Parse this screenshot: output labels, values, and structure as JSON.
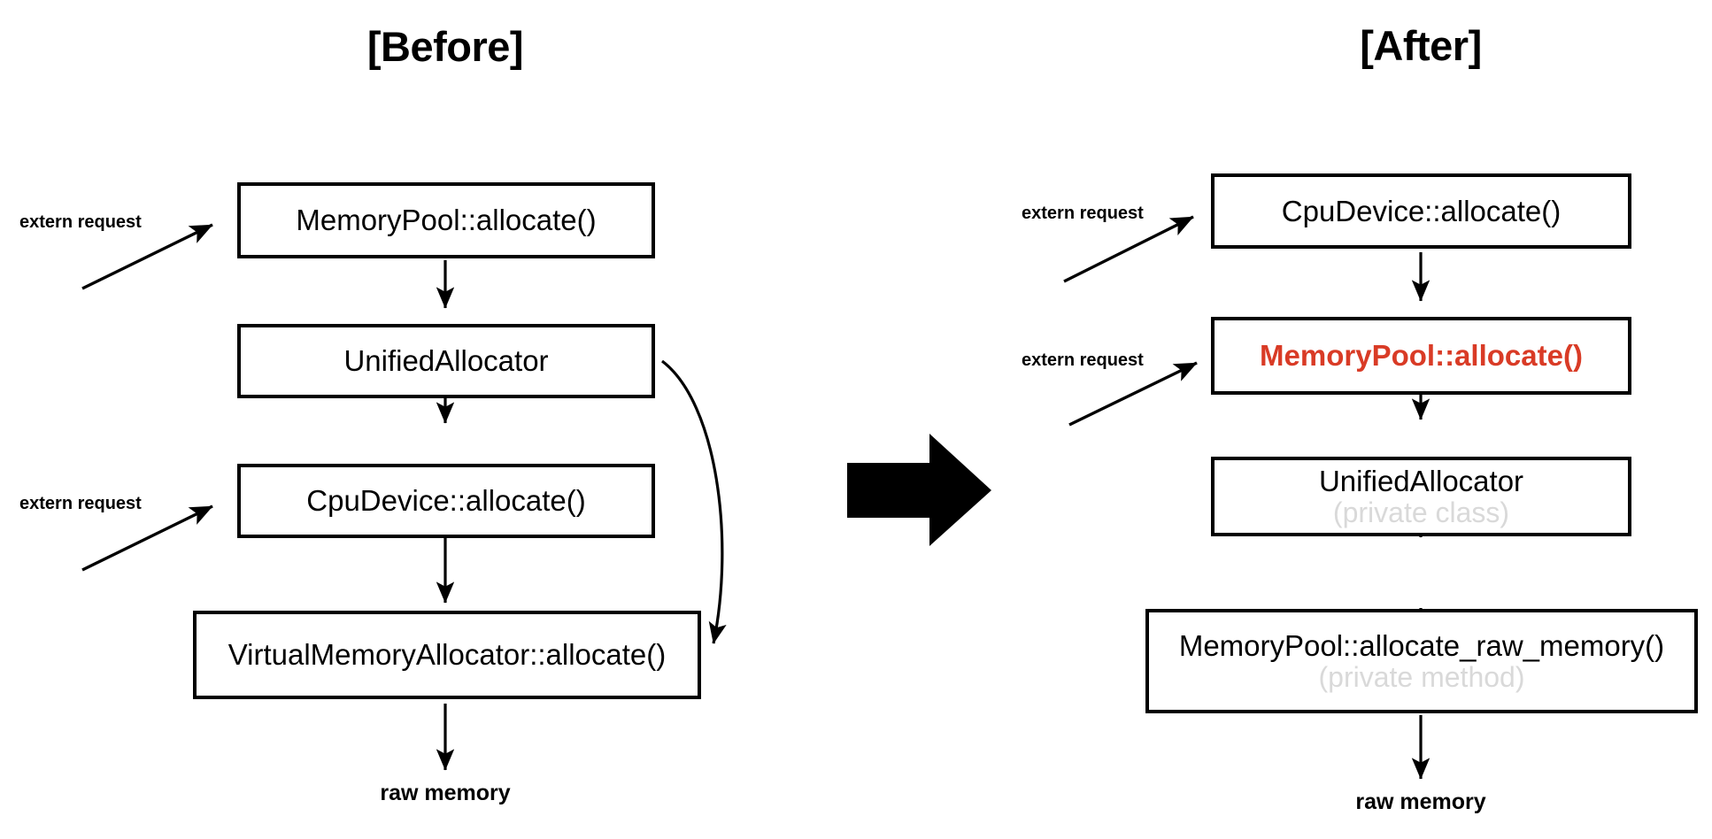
{
  "diagram": {
    "background_color": "#ffffff",
    "stroke_color": "#000000",
    "accent_color": "#D93B26",
    "muted_color": "#D9D9D9",
    "transition_icon": "right-arrow-icon"
  },
  "before": {
    "title": "[Before]",
    "nodes": [
      {
        "label": "MemoryPool::allocate()",
        "sub": "",
        "accent": false
      },
      {
        "label": "UnifiedAllocator",
        "sub": "",
        "accent": false
      },
      {
        "label": "CpuDevice::allocate()",
        "sub": "",
        "accent": false
      },
      {
        "label": "VirtualMemoryAllocator::allocate()",
        "sub": "",
        "accent": false
      }
    ],
    "extern_labels": [
      "extern request",
      "extern request"
    ],
    "terminal_label": "raw memory"
  },
  "after": {
    "title": "[After]",
    "nodes": [
      {
        "label": "CpuDevice::allocate()",
        "sub": "",
        "accent": false
      },
      {
        "label": "MemoryPool::allocate()",
        "sub": "",
        "accent": true
      },
      {
        "label": "UnifiedAllocator",
        "sub": "(private class)",
        "accent": false
      },
      {
        "label": "MemoryPool::allocate_raw_memory()",
        "sub": "(private method)",
        "accent": false
      }
    ],
    "extern_labels": [
      "extern request",
      "extern request"
    ],
    "terminal_label": "raw memory"
  }
}
